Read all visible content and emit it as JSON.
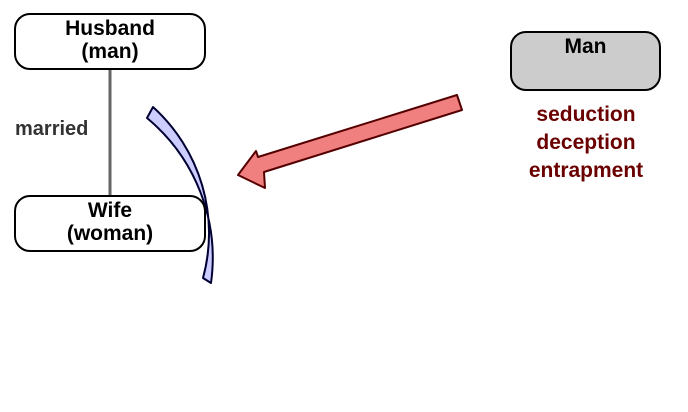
{
  "nodes": {
    "husband": {
      "line1": "Husband",
      "line2": "(man)"
    },
    "wife": {
      "line1": "Wife",
      "line2": "(woman)"
    },
    "man": {
      "line1": "Man"
    }
  },
  "edges": {
    "married": {
      "label": "married"
    }
  },
  "tactics": [
    "seduction",
    "deception",
    "entrapment"
  ],
  "colors": {
    "shield_fill": "#ccccff",
    "shield_stroke": "#000033",
    "arrow_fill": "#f08080",
    "arrow_stroke": "#550000",
    "tactics_text": "#6b0000",
    "man_box_fill": "#cccccc"
  }
}
